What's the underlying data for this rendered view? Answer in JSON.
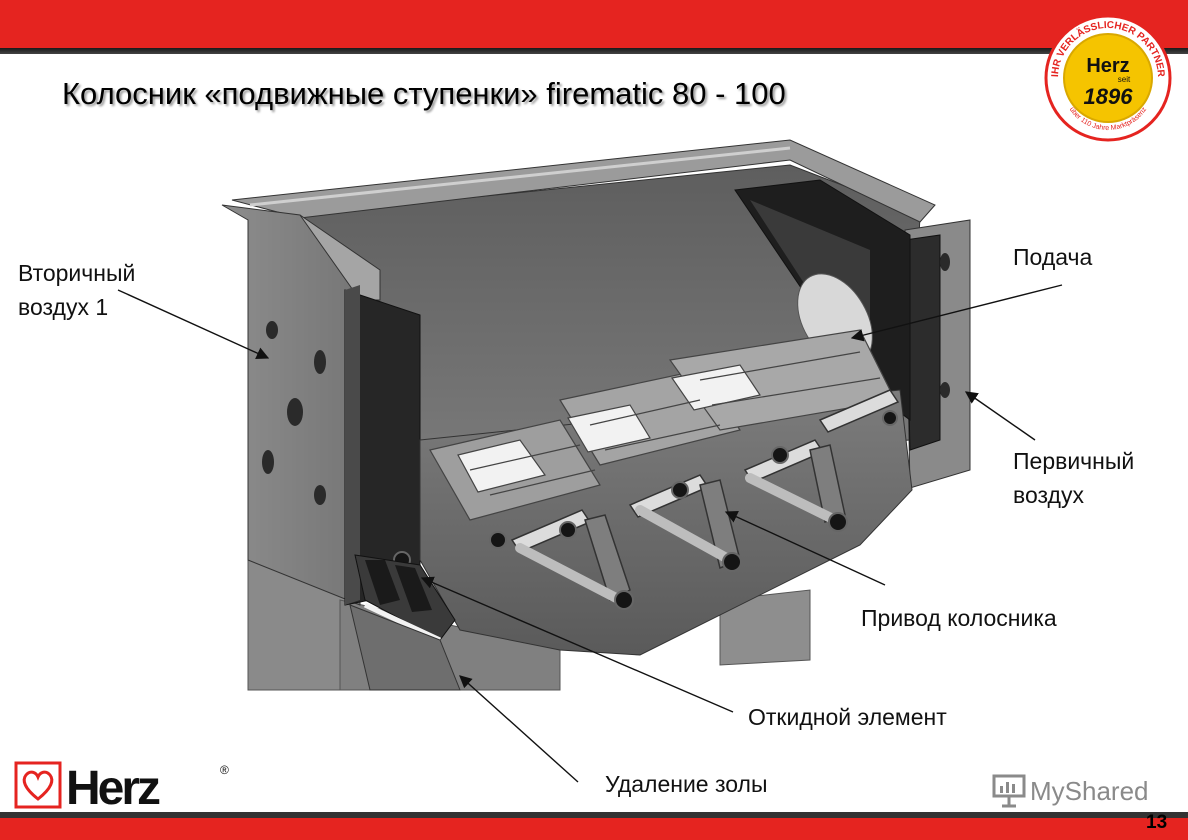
{
  "slide": {
    "title": "Колосник «подвижные ступенки» firematic 80 - 100",
    "page_number": "13"
  },
  "labels": {
    "secondary_air_line1": "Вторичный",
    "secondary_air_line2": "воздух 1",
    "feed": "Подача",
    "primary_air_line1": "Первичный",
    "primary_air_line2": "воздух",
    "grate_drive": "Привод колосника",
    "tilting_element": "Откидной элемент",
    "ash_removal": "Удаление золы"
  },
  "logos": {
    "brand": "Herz",
    "registered_mark": "®",
    "seal_top_text": "IHR VERLÄSSLICHER PARTNER",
    "seal_center": "Herz",
    "seal_seit": "seit",
    "seal_year": "1896",
    "seal_bottom_text": "über 110 Jahre Marktpräsenz",
    "watermark": "MyShared"
  },
  "colors": {
    "brand_red": "#e52420",
    "seal_yellow": "#f5c400",
    "metal_dark": "#3a3a3a",
    "metal_mid": "#6b6b6b",
    "metal_light": "#9a9a9a"
  }
}
